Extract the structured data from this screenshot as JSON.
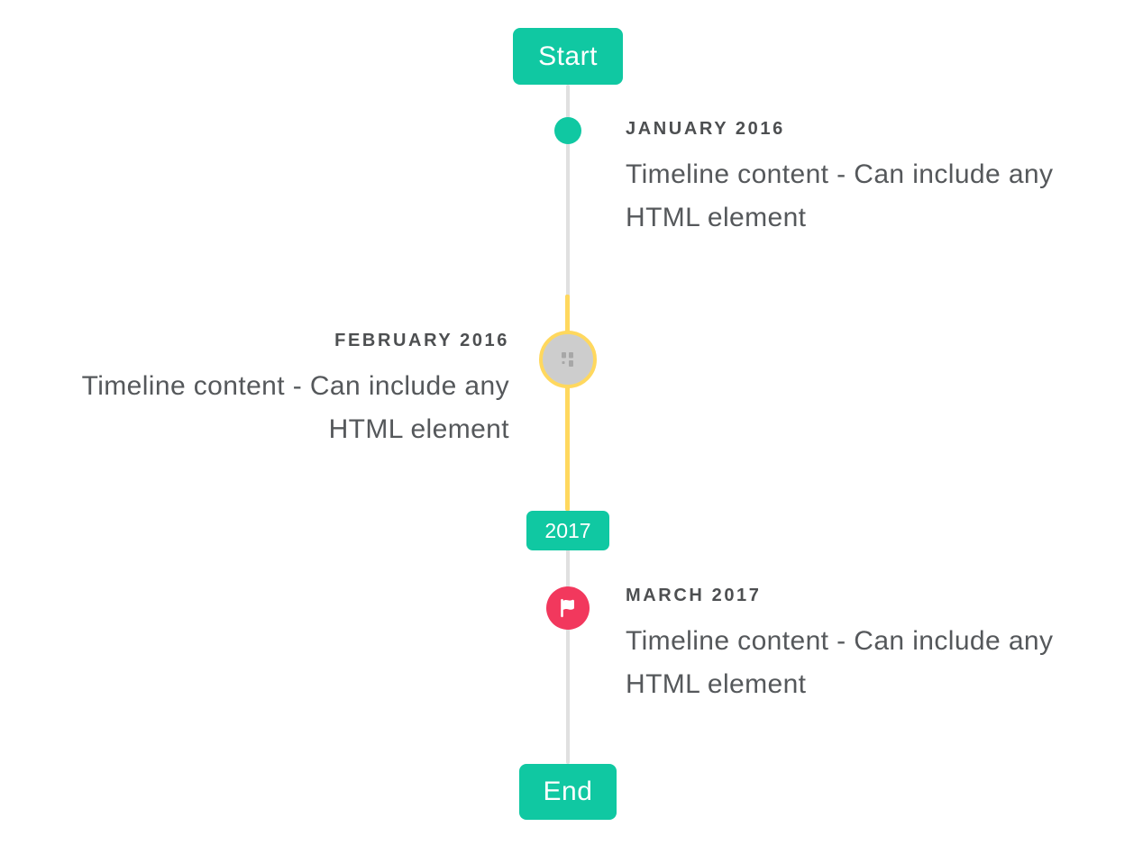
{
  "colors": {
    "accent_teal": "#10c8a2",
    "accent_red": "#f2385d",
    "accent_yellow": "#ffd85e",
    "line_gray": "#e0e0e0",
    "marker_gray": "#cdcdcd",
    "title_text": "#4d4f51",
    "body_text": "#55585b"
  },
  "timeline": {
    "start_label": "Start",
    "year_label": "2017",
    "end_label": "End",
    "events": [
      {
        "title": "JANUARY 2016",
        "body": "Timeline content - Can include any HTML element",
        "side": "right",
        "marker": "teal-dot"
      },
      {
        "title": "FEBRUARY 2016",
        "body": "Timeline content - Can include any HTML element",
        "side": "left",
        "marker": "gray-circle-broken-image"
      },
      {
        "title": "MARCH 2017",
        "body": "Timeline content - Can include any HTML element",
        "side": "right",
        "marker": "red-circle-flag"
      }
    ]
  }
}
